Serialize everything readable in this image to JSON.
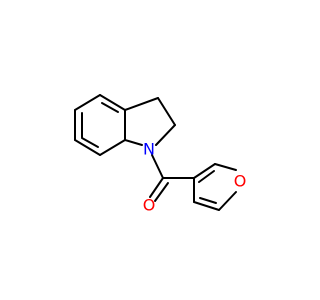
{
  "molecule": {
    "atoms": {
      "nitrogen": {
        "symbol": "N",
        "color": "#0000ff"
      },
      "carbonyl_oxygen": {
        "symbol": "O",
        "color": "#ff0000"
      },
      "furan_oxygen": {
        "symbol": "O",
        "color": "#ff0000"
      }
    },
    "bond_color": "#000000"
  }
}
